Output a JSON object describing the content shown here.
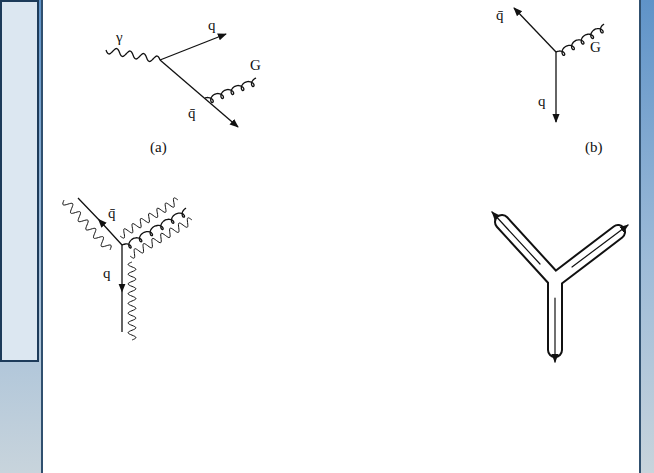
{
  "diagram": {
    "labels": [
      "γ",
      "q",
      "G",
      "q̄",
      "(a)",
      "q̄",
      "G",
      "q",
      "(b)",
      "q̄",
      "q"
    ]
  }
}
